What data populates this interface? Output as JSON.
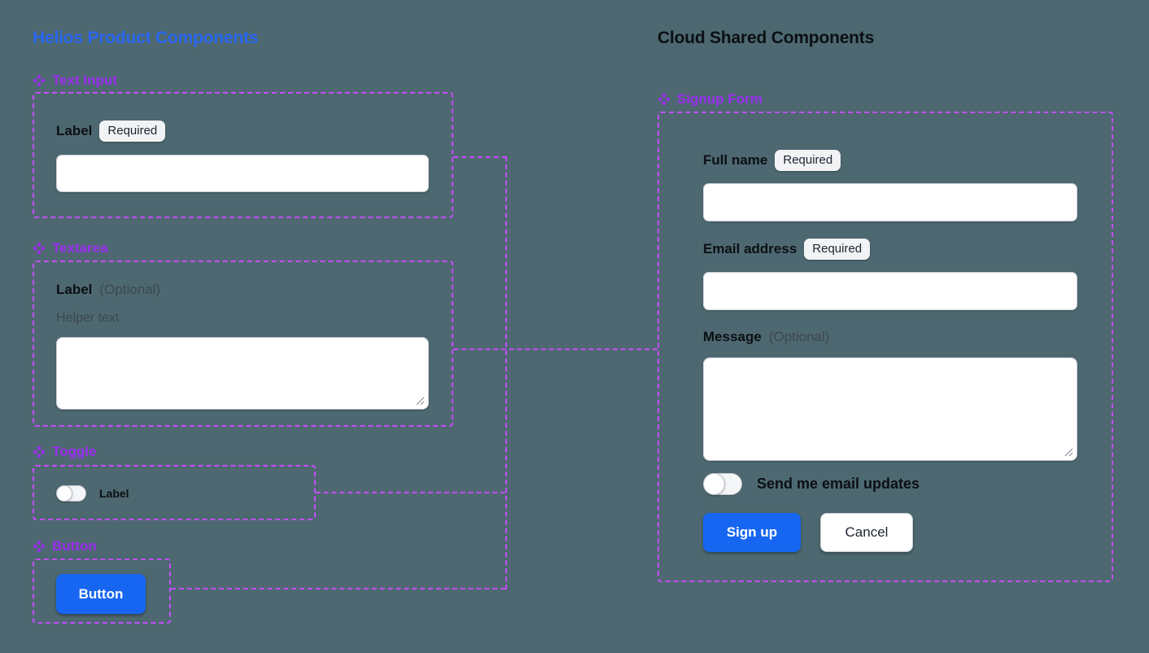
{
  "colors": {
    "background": "#4D6870",
    "left_title": "#2A67F3",
    "right_title": "#0B0F14",
    "component_purple": "#9C2EF2",
    "dashed_purple": "#C44DFF",
    "button_blue": "#1766F2",
    "label_text": "#0B0F14",
    "muted_text": "#3E4850",
    "badge_bg": "#F2F3F5"
  },
  "left_panel": {
    "title": "Helios Product Components",
    "text_input": {
      "heading": "Text Input",
      "label": "Label",
      "badge": "Required",
      "value": "",
      "placeholder": ""
    },
    "textarea": {
      "heading": "Textarea",
      "label": "Label",
      "optional": "(Optional)",
      "helper": "Helper text",
      "value": "",
      "placeholder": ""
    },
    "toggle": {
      "heading": "Toggle",
      "label": "Label",
      "state": "off"
    },
    "button": {
      "heading": "Button",
      "label": "Button"
    }
  },
  "right_panel": {
    "title": "Cloud Shared Components",
    "signup_form": {
      "heading": "Signup Form",
      "full_name": {
        "label": "Full name",
        "badge": "Required",
        "value": "",
        "placeholder": ""
      },
      "email": {
        "label": "Email address",
        "badge": "Required",
        "value": "",
        "placeholder": ""
      },
      "message": {
        "label": "Message",
        "optional": "(Optional)",
        "value": "",
        "placeholder": ""
      },
      "toggle_label": "Send me email updates",
      "toggle_state": "off",
      "submit_label": "Sign up",
      "cancel_label": "Cancel"
    }
  }
}
